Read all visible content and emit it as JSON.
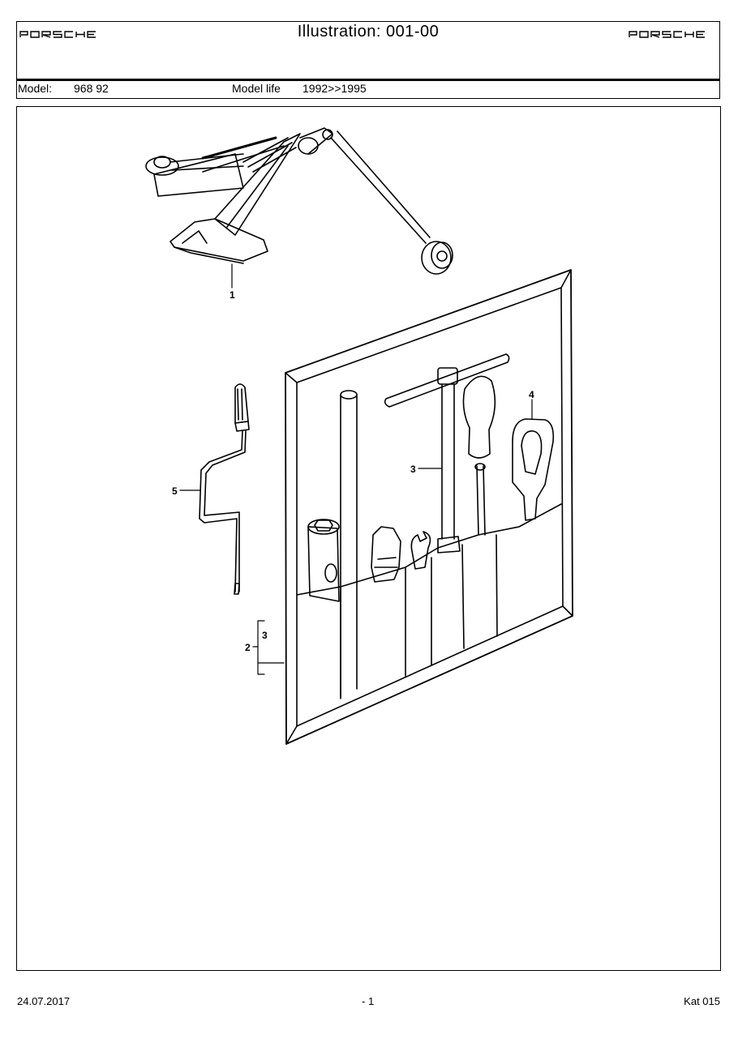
{
  "header": {
    "brand_left": "PORSCHE",
    "brand_right": "PORSCHE",
    "title": "Illustration: 001-00",
    "model_label": "Model:",
    "model_value": "968 92",
    "model_life_label": "Model life",
    "model_life_value": "1992>>1995"
  },
  "illustration": {
    "callouts": {
      "jack": "1",
      "tool_roll": "2",
      "tool_roll_sub": "3",
      "tbar_wrench": "3",
      "towing_eye": "4",
      "crank_handle": "5"
    }
  },
  "footer": {
    "date": "24.07.2017",
    "page": "- 1",
    "catalog": "Kat 015"
  },
  "colors": {
    "line": "#000000",
    "background": "#ffffff"
  }
}
